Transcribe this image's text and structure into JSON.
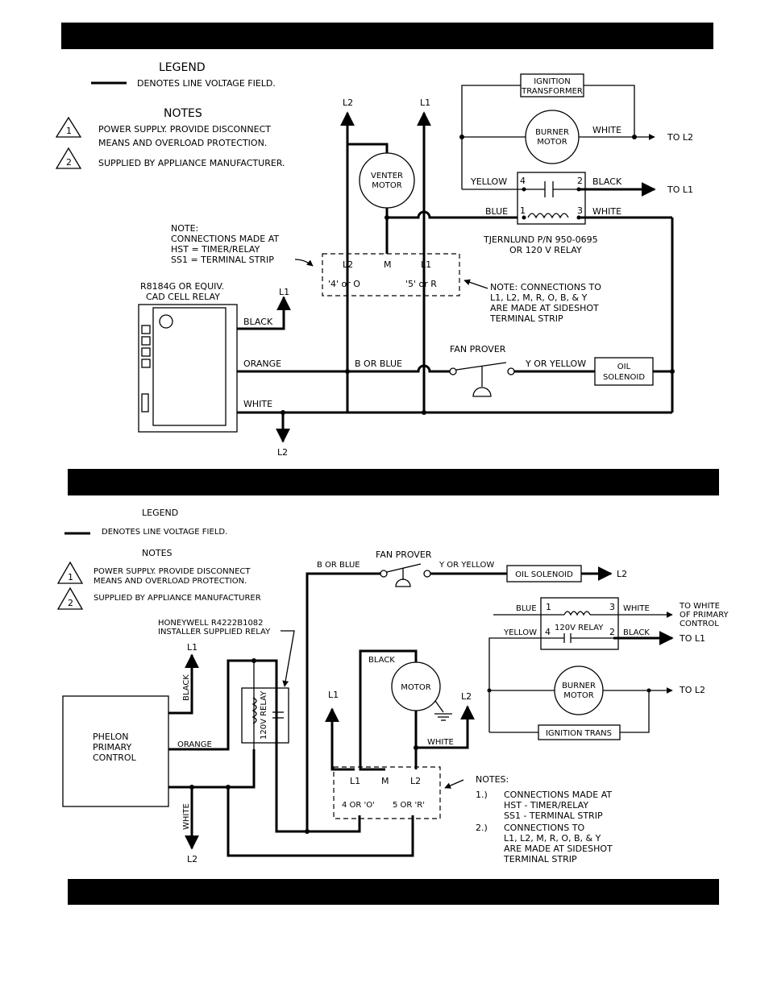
{
  "diagram1": {
    "legend_title": "LEGEND",
    "legend_text": "DENOTES LINE VOLTAGE FIELD.",
    "notes_title": "NOTES",
    "note1_num": "1",
    "note1_line1": "POWER SUPPLY. PROVIDE DISCONNECT",
    "note1_line2": "MEANS AND OVERLOAD PROTECTION.",
    "note2_num": "2",
    "note2_line1": "SUPPLIED BY APPLIANCE MANUFACTURER.",
    "l2_top": "L2",
    "l1_top": "L1",
    "venter_motor_line1": "VENTER",
    "venter_motor_line2": "MOTOR",
    "ignition_transformer_line1": "IGNITION",
    "ignition_transformer_line2": "TRANSFORMER",
    "burner_motor_line1": "BURNER",
    "burner_motor_line2": "MOTOR",
    "white_1": "WHITE",
    "to_l2": "TO L2",
    "yellow": "YELLOW",
    "black_relay": "BLACK",
    "to_l1": "TO L1",
    "blue": "BLUE",
    "white_2": "WHITE",
    "relay_pin4": "4",
    "relay_pin2": "2",
    "relay_pin1": "1",
    "relay_pin3": "3",
    "relay_part_line1": "TJERNLUND P/N 950-0695",
    "relay_part_line2": "OR 120 V RELAY",
    "conn_note_line1": "NOTE:",
    "conn_note_line2": "CONNECTIONS MADE AT",
    "conn_note_line3": "HST  = TIMER/RELAY",
    "conn_note_line4": "SS1  = TERMINAL STRIP",
    "strip_l2": "L2",
    "strip_m": "M",
    "strip_l1": "L1",
    "strip_4o": "'4' or O",
    "strip_5r": "'5' or R",
    "cad_cell_line1": "R8184G OR EQUIV.",
    "cad_cell_line2": "CAD CELL RELAY",
    "l1_side": "L1",
    "black_cad": "BLACK",
    "side_note_line1": "NOTE: CONNECTIONS TO",
    "side_note_line2": "L1, L2, M, R, O, B, & Y",
    "side_note_line3": "ARE MADE AT SIDESHOT",
    "side_note_line4": "TERMINAL STRIP",
    "orange": "ORANGE",
    "b_or_blue": "B OR BLUE",
    "fan_prover": "FAN PROVER",
    "y_or_yellow": "Y OR YELLOW",
    "oil_solenoid_line1": "OIL",
    "oil_solenoid_line2": "SOLENOID",
    "white_cad": "WHITE",
    "l2_bottom": "L2"
  },
  "diagram2": {
    "legend_title": "LEGEND",
    "legend_text": "DENOTES LINE VOLTAGE FIELD.",
    "notes_title": "NOTES",
    "note1_num": "1",
    "note1_line1": "POWER SUPPLY. PROVIDE DISCONNECT",
    "note1_line2": "MEANS AND OVERLOAD PROTECTION.",
    "note2_num": "2",
    "note2_line1": "SUPPLIED BY APPLIANCE MANUFACTURER",
    "b_or_blue": "B OR BLUE",
    "fan_prover": "FAN PROVER",
    "y_or_yellow": "Y OR YELLOW",
    "oil_solenoid": "OIL SOLENOID",
    "l2_solenoid": "L2",
    "blue": "BLUE",
    "white_relay": "WHITE",
    "to_white_line1": "TO WHITE",
    "to_white_line2": "OF PRIMARY",
    "to_white_line3": "CONTROL",
    "yellow": "YELLOW",
    "relay_label": "120V  RELAY",
    "black_relay": "BLACK",
    "to_l1": "TO L1",
    "relay_pin1": "1",
    "relay_pin3": "3",
    "relay_pin4": "4",
    "relay_pin2": "2",
    "burner_motor_line1": "BURNER",
    "burner_motor_line2": "MOTOR",
    "to_l2": "TO L2",
    "ignition_trans": "IGNITION TRANS",
    "honeywell_line1": "HONEYWELL R4222B1082",
    "honeywell_line2": "INSTALLER SUPPLIED RELAY",
    "l1_top": "L1",
    "black_side": "BLACK",
    "relay_vertical": "120V RELAY",
    "phelon_line1": "PHELON",
    "phelon_line2": "PRIMARY",
    "phelon_line3": "CONTROL",
    "orange": "ORANGE",
    "white_side": "WHITE",
    "l2_bottom": "L2",
    "black_motor": "BLACK",
    "motor": "MOTOR",
    "l1_motor": "L1",
    "l2_motor": "L2",
    "white_motor": "WHITE",
    "strip_l1": "L1",
    "strip_m": "M",
    "strip_l2": "L2",
    "strip_4o": "4  OR  'O'",
    "strip_5r": "5  OR  'R'",
    "notes_label": "NOTES:",
    "n1_num": "1.)",
    "n1_line1": "CONNECTIONS MADE AT",
    "n1_line2": "HST  -  TIMER/RELAY",
    "n1_line3": "SS1  -  TERMINAL STRIP",
    "n2_num": "2.)",
    "n2_line1": "CONNECTIONS TO",
    "n2_line2": "L1, L2, M, R, O, B, & Y",
    "n2_line3": "ARE MADE AT SIDESHOT",
    "n2_line4": "TERMINAL STRIP"
  }
}
